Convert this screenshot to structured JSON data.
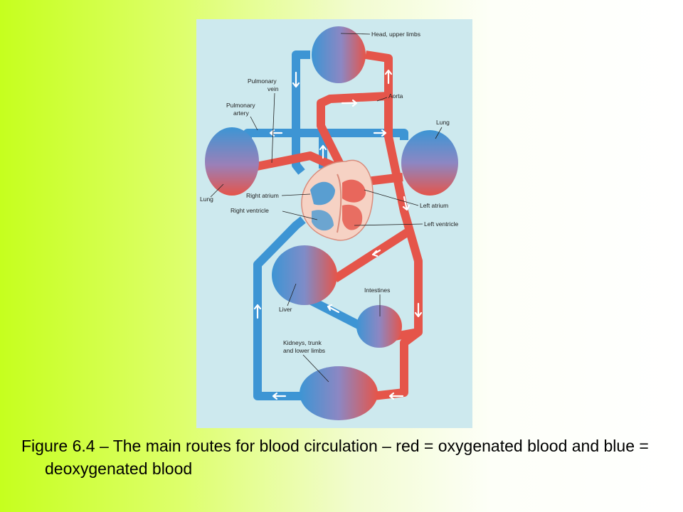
{
  "colors": {
    "oxygenated": "#e5554a",
    "deoxygenated": "#3d95d4",
    "figure_background": "#cde9ee"
  },
  "labels": {
    "head": "Head, upper limbs",
    "pulmonary_vein_1": "Pulmonary",
    "pulmonary_vein_2": "vein",
    "aorta": "Aorta",
    "pulmonary_artery_1": "Pulmonary",
    "pulmonary_artery_2": "artery",
    "lung_right_side": "Lung",
    "lung_left_side": "Lung",
    "right_atrium": "Right atrium",
    "right_ventricle": "Right ventricle",
    "left_atrium": "Left atrium",
    "left_ventricle": "Left ventricle",
    "intestines": "Intestines",
    "liver": "Liver",
    "kidneys_1": "Kidneys, trunk",
    "kidneys_2": "and lower limbs"
  },
  "caption": "Figure 6.4 – The main routes for blood circulation – red = oxygenated blood and blue = deoxygenated blood"
}
